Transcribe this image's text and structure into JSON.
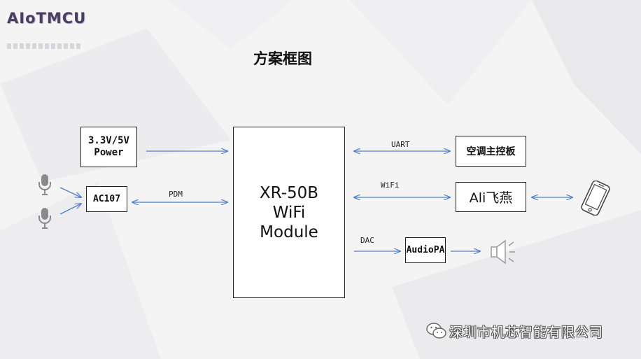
{
  "header": {
    "logo": "AIoTMCU",
    "title": "方案框图"
  },
  "blocks": {
    "power": "3.3V/5V Power",
    "ac107": "AC107",
    "module": "XR-50B WiFi Module",
    "aircon_board": "空调主控板",
    "ali": "Ali飞燕",
    "audio_pa": "AudioPA"
  },
  "links": {
    "pdm": "PDM",
    "uart": "UART",
    "wifi": "WiFi",
    "dac": "DAC"
  },
  "icons": [
    "microphone-icon",
    "microphone-icon",
    "smartphone-icon",
    "speaker-icon",
    "wechat-icon"
  ],
  "footer": {
    "company": "深圳市机芯智能有限公司"
  },
  "colors": {
    "arrow": "#4f7fc6",
    "background": "#f4f4f5",
    "logo": "#4a3f60"
  }
}
